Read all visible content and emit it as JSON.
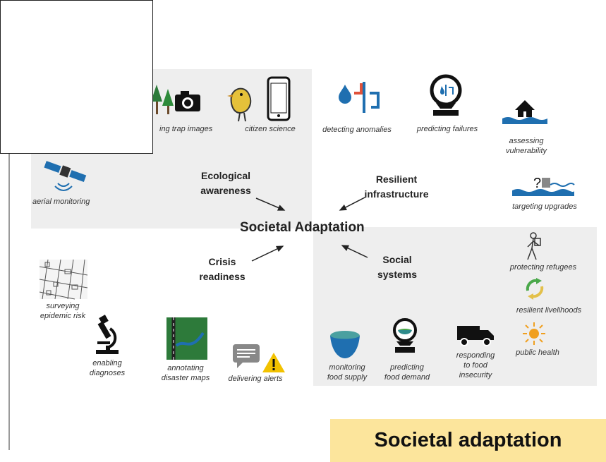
{
  "diagram": {
    "center": "Societal Adaptation",
    "categories": {
      "ecological": [
        "Ecological",
        "awareness"
      ],
      "resilient": [
        "Resilient",
        "infrastructure"
      ],
      "crisis": [
        "Crisis",
        "readiness"
      ],
      "social": [
        "Social",
        "systems"
      ]
    },
    "items": {
      "trap_images": "ing trap images",
      "citizen_science": "citizen science",
      "detecting_anomalies": "detecting anomalies",
      "predicting_failures": "predicting failures",
      "assessing_vulnerability": [
        "assessing",
        "vulnerability"
      ],
      "aerial_monitoring": "aerial monitoring",
      "targeting_upgrades": "targeting upgrades",
      "protecting_refugees": "protecting refugees",
      "resilient_livelihoods": "resilient livelihoods",
      "public_health": "public health",
      "surveying_epidemic_risk": [
        "surveying",
        "epidemic risk"
      ],
      "enabling_diagnoses": [
        "enabling",
        "diagnoses"
      ],
      "annotating_disaster_maps": [
        "annotating",
        "disaster maps"
      ],
      "delivering_alerts": "delivering alerts",
      "monitoring_food_supply": [
        "monitoring",
        "food supply"
      ],
      "predicting_food_demand": [
        "predicting",
        "food demand"
      ],
      "responding_food_insecurity": [
        "responding",
        "to food",
        "insecurity"
      ]
    }
  },
  "badge": {
    "label": "Societal adaptation"
  },
  "colors": {
    "panel": "#eeeeee",
    "badge": "#fce59c",
    "teal": "#2e8b8b",
    "blue": "#1f6fb0",
    "yellow": "#e3c04a",
    "green": "#2d7a3a"
  },
  "icons": [
    "tree-icon",
    "camera-icon",
    "bird-icon",
    "phone-icon",
    "water-drop-icon",
    "pipe-icon",
    "crystal-ball-icon",
    "house-flood-icon",
    "satellite-icon",
    "flood-question-icon",
    "hiker-icon",
    "recycle-icon",
    "sun-icon",
    "street-map-icon",
    "microscope-icon",
    "map-road-icon",
    "chat-icon",
    "warning-icon",
    "bowl-icon",
    "truck-icon"
  ]
}
